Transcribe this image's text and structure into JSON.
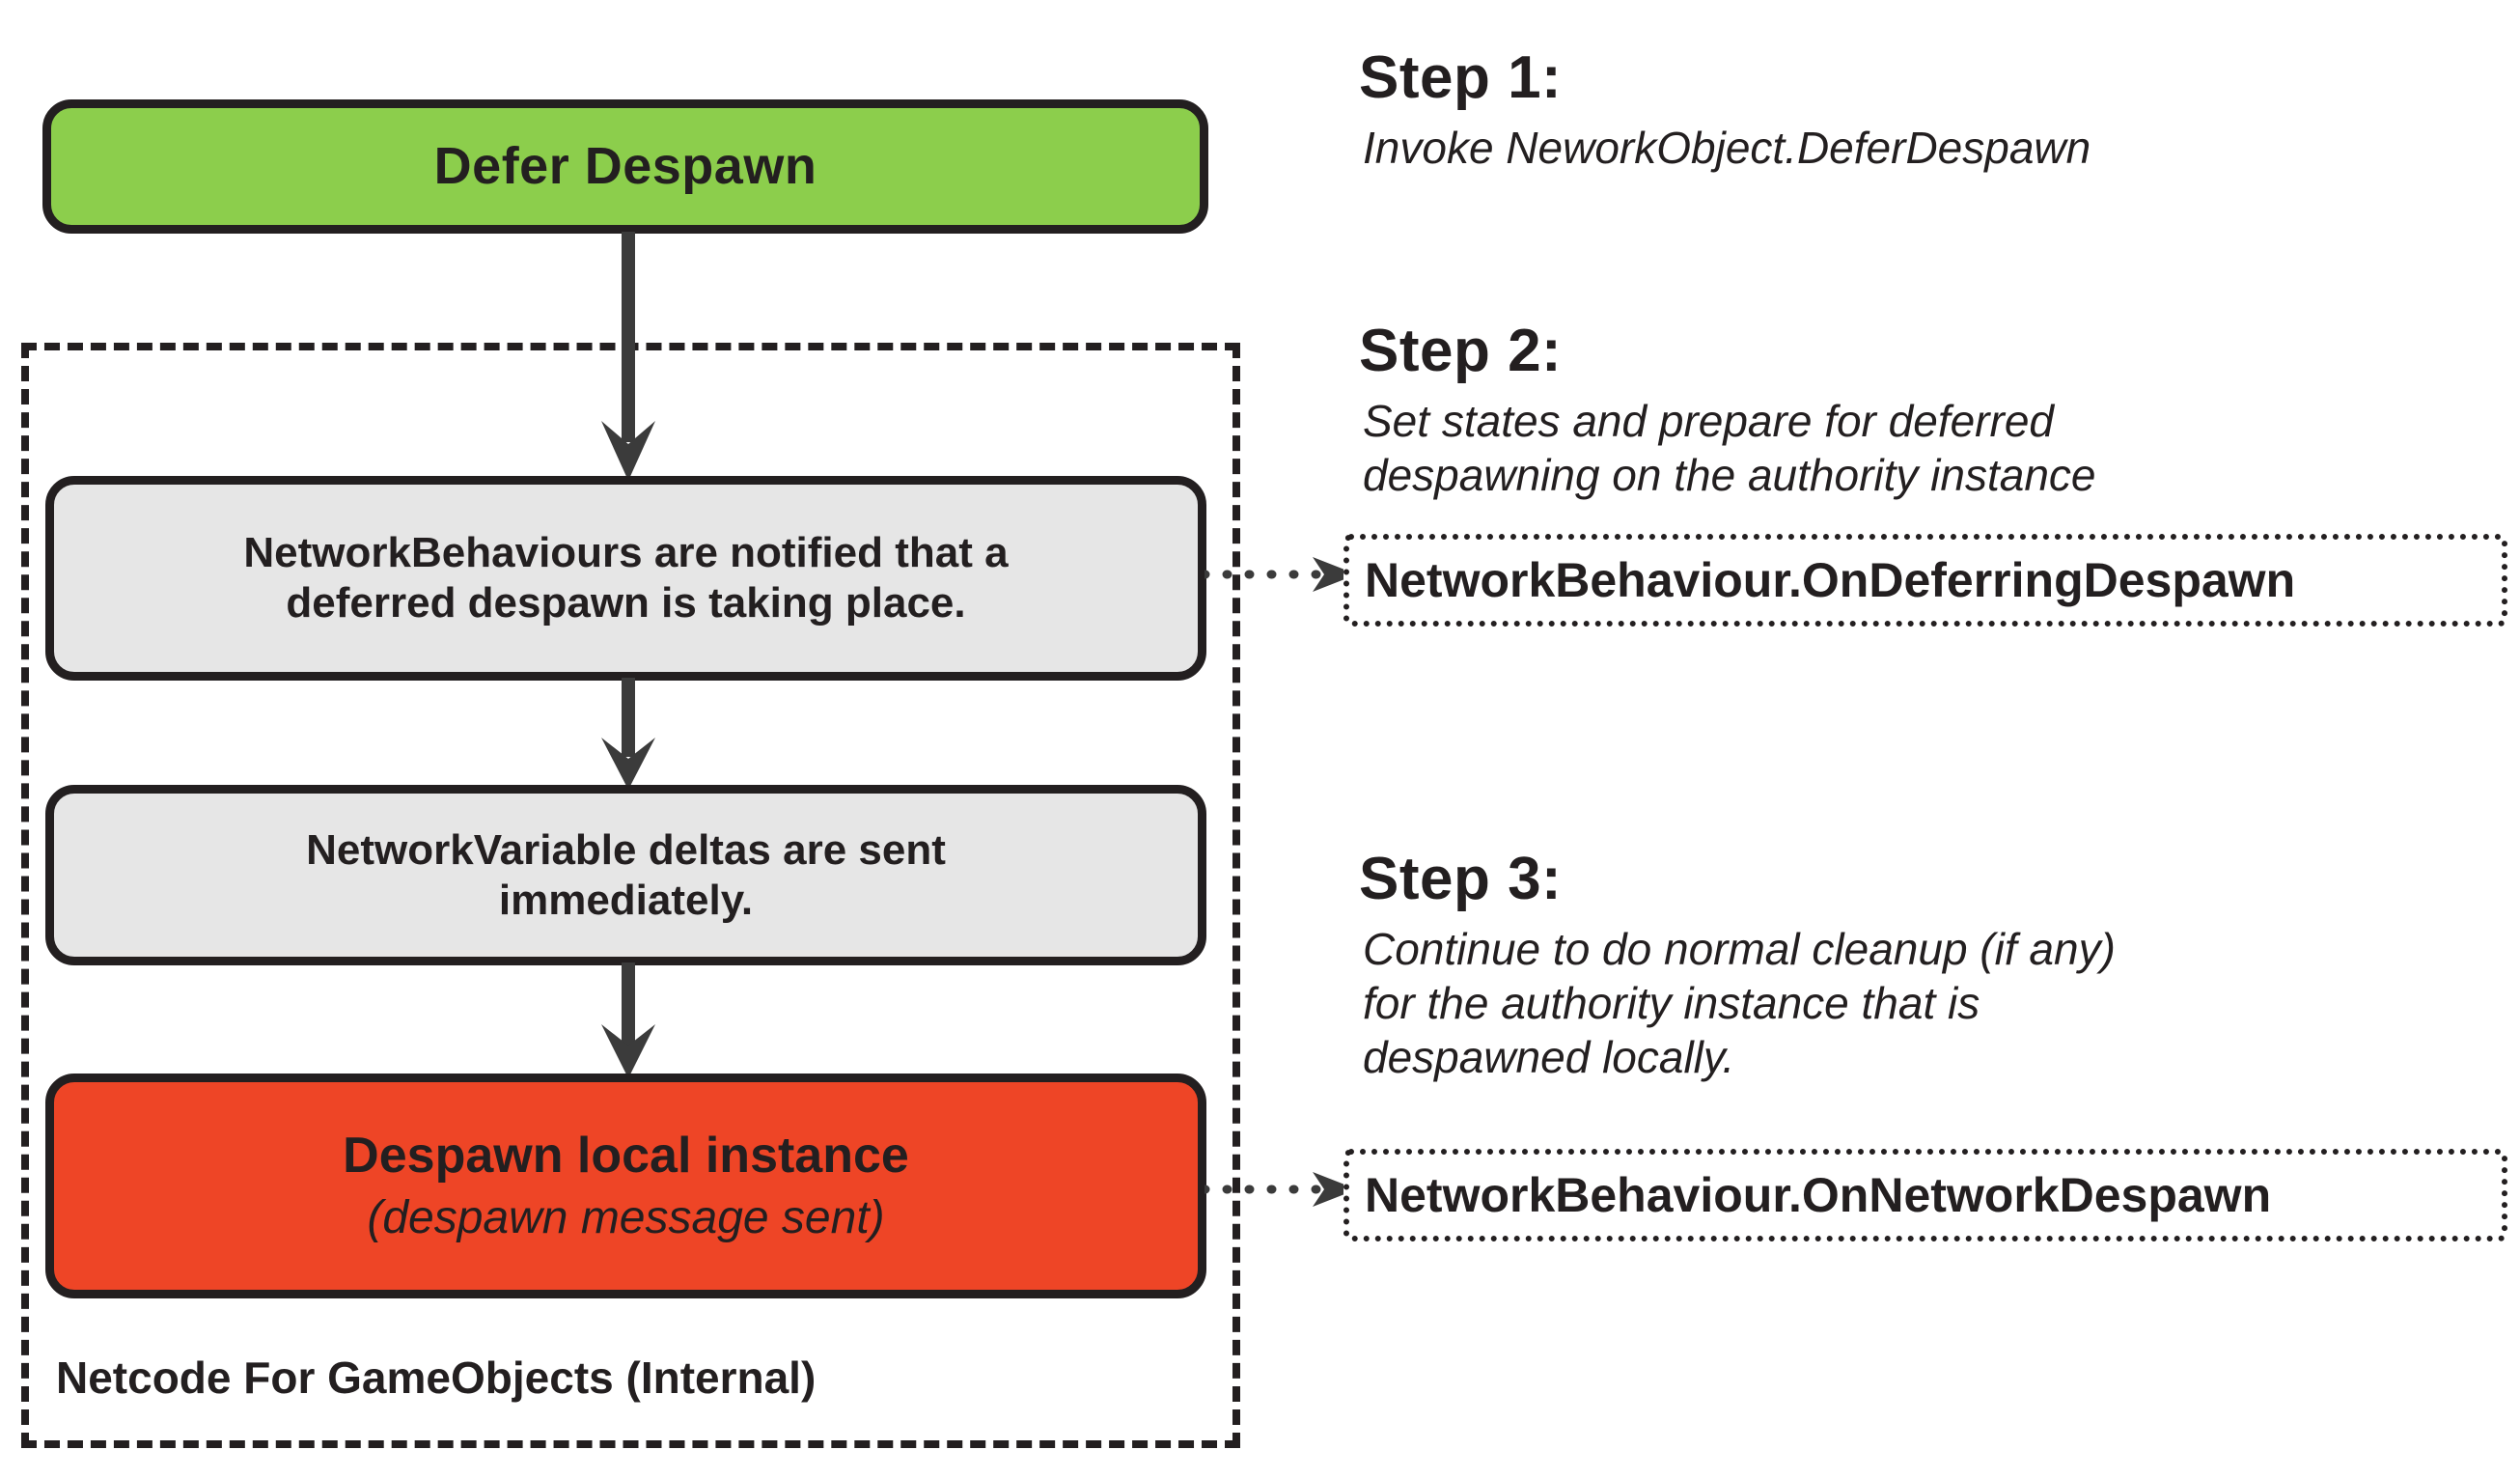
{
  "diagram": {
    "title": "Defer Despawn",
    "internal_label": "Netcode For GameObjects (Internal)"
  },
  "flow": {
    "boxes": [
      {
        "id": "defer-despawn",
        "label": "Defer Despawn",
        "fill": "#8CCE4C",
        "style": "bold"
      },
      {
        "id": "notify",
        "line1": "NetworkBehaviours are notified that a",
        "line2": "deferred despawn is taking place.",
        "fill": "#E6E6E6",
        "style": "bold"
      },
      {
        "id": "deltas",
        "line1": "NetworkVariable deltas are sent",
        "line2": "immediately.",
        "fill": "#E6E6E6",
        "style": "bold"
      },
      {
        "id": "despawn-local",
        "line1": "Despawn local instance",
        "line2": "(despawn message sent)",
        "fill": "#EE4526",
        "style": "bold + italic"
      }
    ]
  },
  "steps": [
    {
      "heading": "Step 1:",
      "description_lines": [
        "Invoke NeworkObject.DeferDespawn"
      ],
      "callout": null
    },
    {
      "heading": "Step 2:",
      "description_lines": [
        "Set states and prepare for deferred",
        "despawning on the authority instance"
      ],
      "callout": "NetworkBehaviour.OnDeferringDespawn"
    },
    {
      "heading": "Step 3:",
      "description_lines": [
        "Continue to do normal cleanup (if any)",
        "for the authority instance that is",
        "despawned locally."
      ],
      "callout": "NetworkBehaviour.OnNetworkDespawn"
    }
  ],
  "colors": {
    "ink": "#231f20",
    "green": "#8CCE4C",
    "gray": "#E6E6E6",
    "red": "#EE4526",
    "background": "#ffffff"
  }
}
